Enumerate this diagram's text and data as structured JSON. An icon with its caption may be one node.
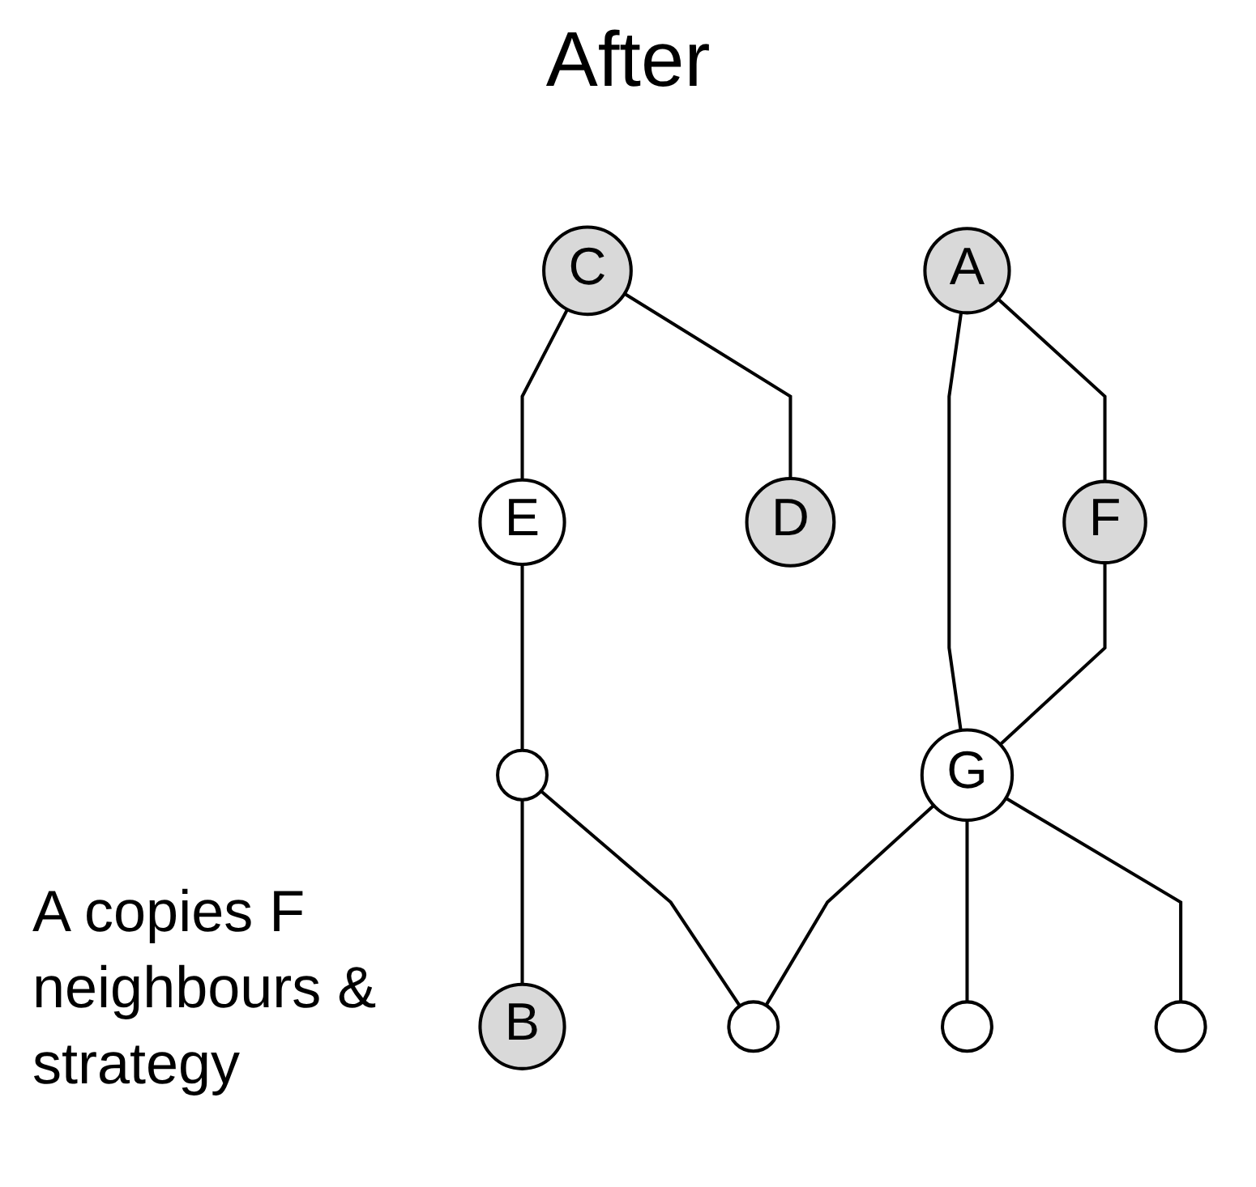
{
  "diagram": {
    "title": "After",
    "nodes": [
      {
        "text": [],
        "shape": "circle"
      },
      {
        "text": [
          "E"
        ]
      },
      {
        "text": [
          "C"
        ]
      },
      {
        "text": [
          "B"
        ]
      },
      {
        "text": [
          "D"
        ]
      },
      {
        "text": [
          "A"
        ]
      },
      {
        "text": [
          "G"
        ]
      },
      {
        "text": [],
        "shape": "circle"
      },
      {
        "text": [
          "F"
        ]
      },
      {
        "text": [],
        "shape": "circle"
      },
      {
        "text": [],
        "shape": "circle"
      }
    ],
    "edges": [
      {
        "from": 2,
        "to": 1,
        "arrow": "none"
      },
      {
        "from": 1,
        "to": 0,
        "arrow": "none"
      },
      {
        "from": 0,
        "to": 3,
        "arrow": "none"
      },
      {
        "from": 2,
        "to": 4,
        "arrow": "none"
      },
      {
        "from": 0,
        "to": 7,
        "arrow": "none"
      },
      {
        "from": 5,
        "to": 6,
        "arrow": "none"
      },
      {
        "from": 5,
        "to": 8,
        "arrow": "none"
      },
      {
        "from": 8,
        "to": 6,
        "arrow": "none"
      },
      {
        "from": 6,
        "to": 7,
        "arrow": "none"
      },
      {
        "from": 6,
        "to": 9,
        "arrow": "none"
      },
      {
        "from": 6,
        "to": 10,
        "arrow": "none"
      }
    ],
    "labels": [
      "A copies F neighbours & strategy"
    ]
  }
}
